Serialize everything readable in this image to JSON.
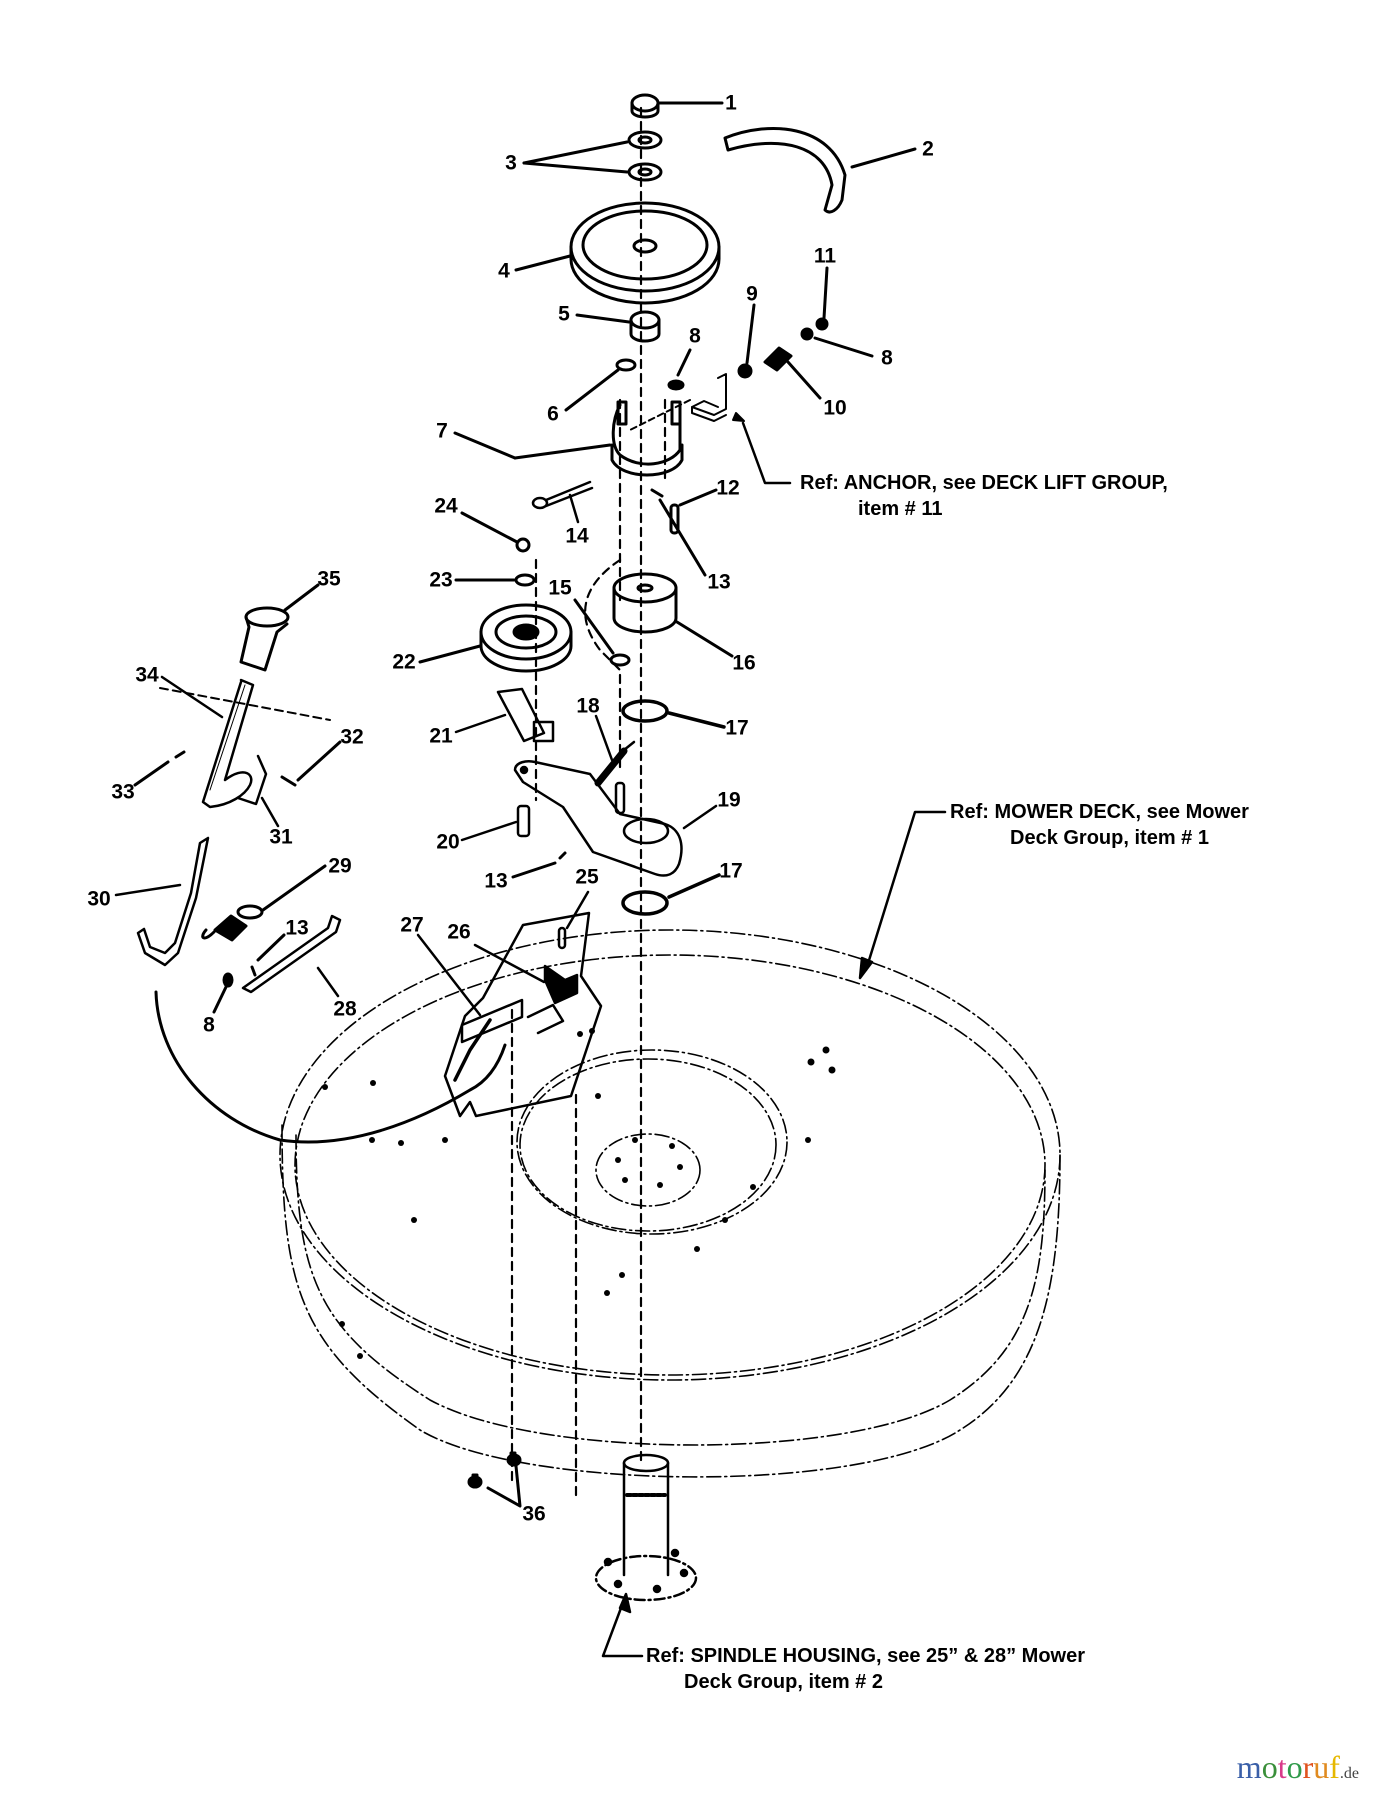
{
  "title": "Mower deck drive / clutch parts diagram",
  "part_labels": [
    {
      "id": "label-1",
      "text": "1"
    },
    {
      "id": "label-2",
      "text": "2"
    },
    {
      "id": "label-3",
      "text": "3"
    },
    {
      "id": "label-4",
      "text": "4"
    },
    {
      "id": "label-5",
      "text": "5"
    },
    {
      "id": "label-6",
      "text": "6"
    },
    {
      "id": "label-7",
      "text": "7"
    },
    {
      "id": "label-8a",
      "text": "8"
    },
    {
      "id": "label-8b",
      "text": "8"
    },
    {
      "id": "label-8c",
      "text": "8"
    },
    {
      "id": "label-9",
      "text": "9"
    },
    {
      "id": "label-10",
      "text": "10"
    },
    {
      "id": "label-11",
      "text": "11"
    },
    {
      "id": "label-12",
      "text": "12"
    },
    {
      "id": "label-13a",
      "text": "13"
    },
    {
      "id": "label-13b",
      "text": "13"
    },
    {
      "id": "label-13c",
      "text": "13"
    },
    {
      "id": "label-14",
      "text": "14"
    },
    {
      "id": "label-15",
      "text": "15"
    },
    {
      "id": "label-16",
      "text": "16"
    },
    {
      "id": "label-17a",
      "text": "17"
    },
    {
      "id": "label-17b",
      "text": "17"
    },
    {
      "id": "label-18",
      "text": "18"
    },
    {
      "id": "label-19",
      "text": "19"
    },
    {
      "id": "label-20",
      "text": "20"
    },
    {
      "id": "label-21",
      "text": "21"
    },
    {
      "id": "label-22",
      "text": "22"
    },
    {
      "id": "label-23",
      "text": "23"
    },
    {
      "id": "label-24",
      "text": "24"
    },
    {
      "id": "label-25",
      "text": "25"
    },
    {
      "id": "label-26",
      "text": "26"
    },
    {
      "id": "label-27",
      "text": "27"
    },
    {
      "id": "label-28",
      "text": "28"
    },
    {
      "id": "label-29",
      "text": "29"
    },
    {
      "id": "label-30",
      "text": "30"
    },
    {
      "id": "label-31",
      "text": "31"
    },
    {
      "id": "label-32",
      "text": "32"
    },
    {
      "id": "label-33",
      "text": "33"
    },
    {
      "id": "label-34",
      "text": "34"
    },
    {
      "id": "label-35",
      "text": "35"
    },
    {
      "id": "label-36",
      "text": "36"
    }
  ],
  "references": {
    "anchor": {
      "line1": "Ref: ANCHOR, see DECK LIFT GROUP,",
      "line2": "item # 11"
    },
    "mower_deck": {
      "line1": "Ref: MOWER DECK, see Mower",
      "line2": "Deck Group, item # 1"
    },
    "spindle_housing": {
      "line1": "Ref: SPINDLE HOUSING, see 25” & 28” Mower",
      "line2": "Deck Group, item # 2"
    }
  },
  "watermark": {
    "letters": [
      {
        "ch": "m",
        "color": "#3a5fa8"
      },
      {
        "ch": "o",
        "color": "#3a8f3a"
      },
      {
        "ch": "t",
        "color": "#d93a8a"
      },
      {
        "ch": "o",
        "color": "#2f9a4a"
      },
      {
        "ch": "r",
        "color": "#e0531f"
      },
      {
        "ch": "u",
        "color": "#e08a1f"
      },
      {
        "ch": "f",
        "color": "#e6b800"
      }
    ],
    "suffix": ".de"
  }
}
